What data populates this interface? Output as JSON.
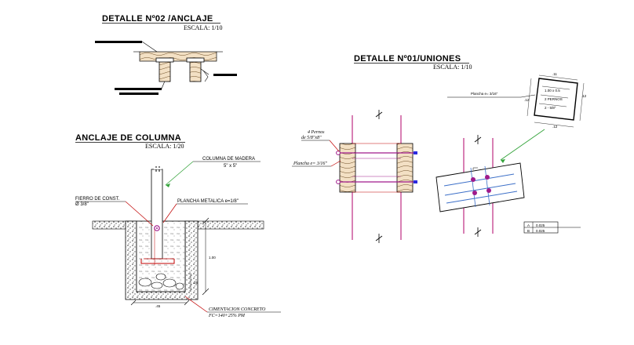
{
  "detail_02": {
    "title": "DETALLE Nº02 /ANCLAJE",
    "scale": "ESCALA: 1/10"
  },
  "column_anchor": {
    "title": "ANCLAJE DE COLUMNA",
    "scale": "ESCALA: 1/20",
    "wood_column": "COLUMNA DE MADERA",
    "wood_column_size": "5\" x 5\"",
    "iron_label": "FIERRO DE CONST.",
    "iron_dia": "Ø 3/8\"",
    "plate_label": "PLANCHA METALICA e=1/8\"",
    "depth_dim": "1.00",
    "base_dim": ".25",
    "width_dim": ".45",
    "foundation_label": "CIMENTACION CONCRETO",
    "foundation_spec": "FC=140+25% PM"
  },
  "detail_01": {
    "title": "DETALLE Nº01/UNIONES",
    "scale": "ESCALA: 1/10",
    "bolts_label": "4 Pernos",
    "bolts_spec": "de 5/8\"x8\"",
    "plate_label": "Plancha e= 3/16\"",
    "plate_callout": "Plancha e= 3/16\"",
    "dim_top": ".11",
    "dim_left": ".12",
    "dim_right": ".12",
    "dim_bottom": ".12",
    "table_rows": [
      {
        "key": "A",
        "value": "0.025"
      },
      {
        "key": "B",
        "value": "0.025"
      }
    ]
  },
  "colors": {
    "ink": "#000000",
    "column_pink": "#b0006a",
    "column_red": "#c00000",
    "bolt_magenta": "#a01a8c",
    "bolt_blue": "#2a2ae0",
    "callout_green": "#33a33a",
    "rebar_blue": "#3c6fc8",
    "orange_wood": "#e07a20"
  }
}
